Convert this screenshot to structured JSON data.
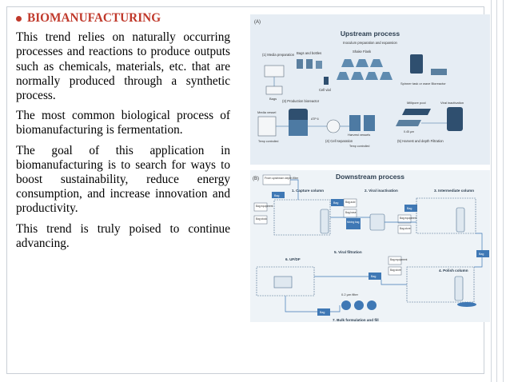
{
  "heading": "BIOMANUFACTURING",
  "paragraphs": [
    "This trend relies on naturally occurring processes and reactions to produce outputs such as chemicals, materials, etc. that are normally produced through a synthetic process.",
    "The most common biological process of biomanufacturing is fermentation.",
    "The goal of this application in biomanufacturing is to search for ways to boost sustainability, reduce energy consumption, and increase innovation and productivity.",
    "This trend is truly poised to continue advancing."
  ],
  "figure": {
    "upstream": {
      "panel_label": "(A)",
      "title": "Upstream process",
      "subtitle": "Inoculum preparation and expansion",
      "labels": {
        "media_prep": "(1) Media preparation",
        "bags_bottles": "Bags and bottles",
        "shake_flask": "Shake Flask",
        "cell_vial": "Cell vial",
        "spinner": "Spinner task or wave Bioreactor",
        "bags": "Bags",
        "production": "(3) Production bioreactor",
        "media_vessel": "Media vessel",
        "atp": "ATP 6",
        "harvest": "Harvest vessels",
        "cell_sep": "(4) Cell separation",
        "harvest_depth": "(5) Harvest and depth Filtration",
        "depth_pool": "Millipore pool",
        "viral_inact": "Viral inactivation",
        "temp1": "Temp controlled",
        "temp2": "Temp controlled",
        "small_lab": "0.45 μm"
      }
    },
    "downstream": {
      "panel_label": "(B)",
      "title": "Downstream process",
      "labels": {
        "from_upstream": "From upstream depth filter",
        "capture": "1. Capture column",
        "viral_inact": "2. Viral inactivation",
        "intermediate": "3. Intermediate column",
        "viral_filtration": "5. Viral filtration",
        "ufdf": "6. UF/DF",
        "polish": "4. Polish column",
        "filter": "0.2 μm filter",
        "bulk": "7. Bulk formulation and fill",
        "bag": "Bag",
        "mixing_bag": "Mixing bag",
        "bag_acid": "Bag acid",
        "bag_base": "Bag base",
        "bag_equipment": "Bag equipment",
        "bag_store": "Bag store",
        "bag_stock": "Bag stock"
      }
    }
  }
}
